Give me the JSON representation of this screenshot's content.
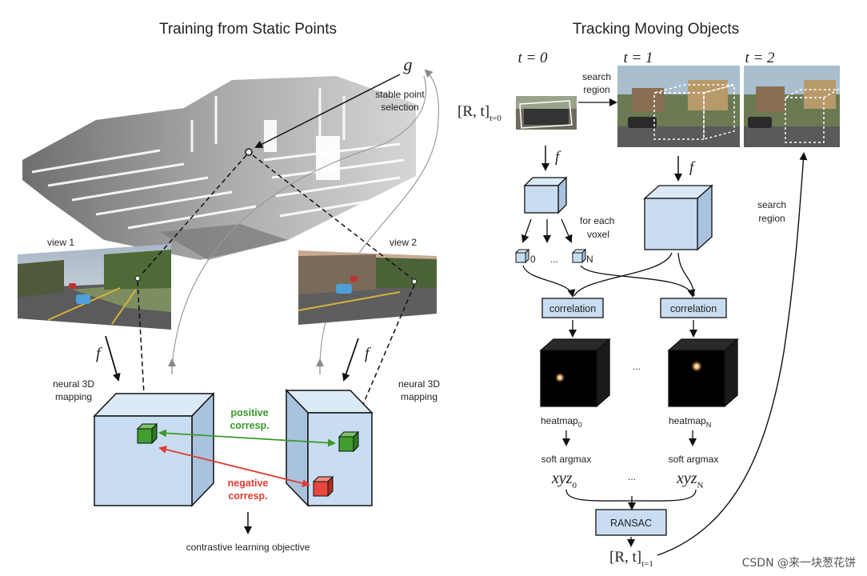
{
  "left_panel": {
    "title": "Training from Static Points",
    "g_label": "g",
    "stable_point_label": [
      "stable point",
      "selection"
    ],
    "view1_label": "view 1",
    "view2_label": "view 2",
    "f_label": "f",
    "neural_mapping_label": [
      "neural 3D",
      "mapping"
    ],
    "positive_label": [
      "positive",
      "corresp."
    ],
    "negative_label": [
      "negative",
      "corresp."
    ],
    "objective_label": "contrastive learning objective"
  },
  "right_panel": {
    "title": "Tracking Moving Objects",
    "time_labels": [
      "t = 0",
      "t = 1",
      "t = 2"
    ],
    "pose_input": {
      "main": "[R, t]",
      "sub": "t=0"
    },
    "pose_output": {
      "main": "[R, t]",
      "sub": "t=1"
    },
    "search_region_label": [
      "search",
      "region"
    ],
    "f_label": "f",
    "for_each_voxel_label": [
      "for each",
      "voxel"
    ],
    "voxel_labels": [
      "0",
      "N"
    ],
    "ellipsis": "...",
    "correlation_label": "correlation",
    "heatmap_labels": [
      {
        "main": "heatmap",
        "sub": "0"
      },
      {
        "main": "heatmap",
        "sub": "N"
      }
    ],
    "soft_argmax_label": "soft argmax",
    "xyz_labels": [
      {
        "main": "xyz",
        "sub": "0"
      },
      {
        "main": "xyz",
        "sub": "N"
      }
    ],
    "ransac_label": "RANSAC"
  },
  "watermark": "CSDN @来一块葱花饼",
  "colors": {
    "cube_fill": "#c9ddf2",
    "cube_side": "#a9c3df",
    "positive": "#3a9a2a",
    "negative": "#e03c32",
    "box_fill": "#c9ddf2"
  }
}
